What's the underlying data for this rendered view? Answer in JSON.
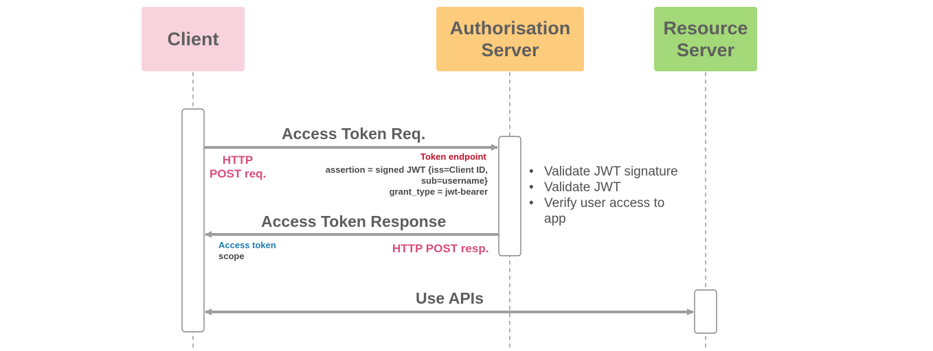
{
  "participants": {
    "client": "Client",
    "auth_server": "Authorisation\nServer",
    "resource_server": "Resource\nServer"
  },
  "colors": {
    "client_fill": "#f8d3de",
    "auth_fill": "#fdcb7c",
    "resource_fill": "#a3d978",
    "arrow": "#9e9e9e",
    "lifeline": "#8a8a8a",
    "pink_text": "#d84c7c",
    "red_text": "#c0132a",
    "blue_text": "#1f7bb0"
  },
  "messages": {
    "access_token_req": "Access Token Req.",
    "token_endpoint": "Token endpoint",
    "http_post_req": "HTTP\nPOST req.",
    "assertion_line1": "assertion =  signed JWT {iss=Client ID,",
    "assertion_line2": "sub=username}",
    "grant_type": "grant_type = jwt-bearer",
    "access_token_response": "Access Token Response",
    "access_token_label": "Access token",
    "scope_label": "scope",
    "http_post_resp": "HTTP POST resp.",
    "use_apis": "Use APIs"
  },
  "validation_steps": [
    "Validate JWT signature",
    "Validate JWT",
    "Verify user access to app"
  ]
}
